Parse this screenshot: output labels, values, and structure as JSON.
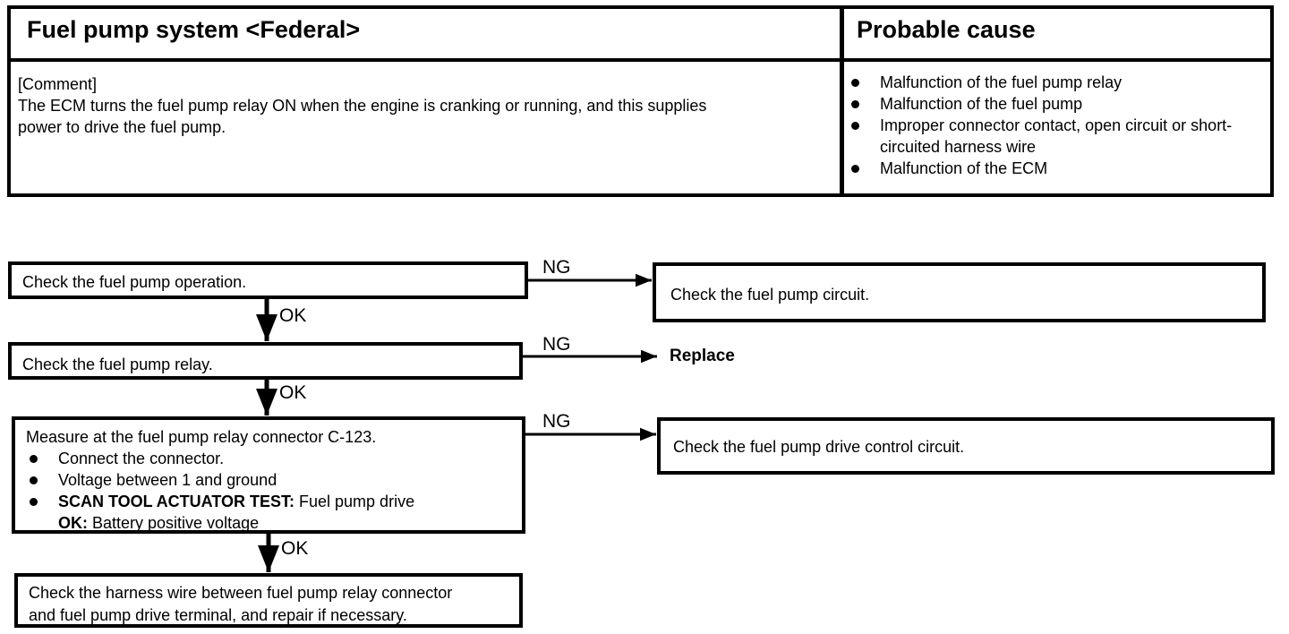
{
  "header": {
    "title": "Fuel pump system <Federal>",
    "cause_title": "Probable cause"
  },
  "comment": {
    "heading": "[Comment]",
    "line1": "The ECM turns the fuel pump relay ON when the engine is cranking or running, and this supplies",
    "line2": "power to drive the fuel pump."
  },
  "causes": [
    "Malfunction of the fuel pump relay",
    "Malfunction of the fuel pump",
    "Improper connector contact, open circuit or short-circuited harness wire",
    "Malfunction of the ECM"
  ],
  "flow": {
    "step1": "Check the fuel pump operation.",
    "step2": "Check the fuel pump relay.",
    "step3": {
      "title": "Measure at the fuel pump relay connector C-123.",
      "bullet1": "Connect the connector.",
      "bullet2": "Voltage between 1 and ground",
      "bullet3_bold": "SCAN TOOL ACTUATOR TEST:",
      "bullet3_rest": " Fuel pump drive",
      "ok_bold": "OK:",
      "ok_rest": " Battery positive voltage"
    },
    "step4_line1": "Check the harness wire between fuel pump relay connector",
    "step4_line2": "and fuel pump drive terminal, and repair if necessary.",
    "ng1_result": "Check the fuel pump circuit.",
    "ng2_result": "Replace",
    "ng3_result": "Check the fuel pump drive control circuit.",
    "ng_label": "NG",
    "ok_label": "OK"
  }
}
